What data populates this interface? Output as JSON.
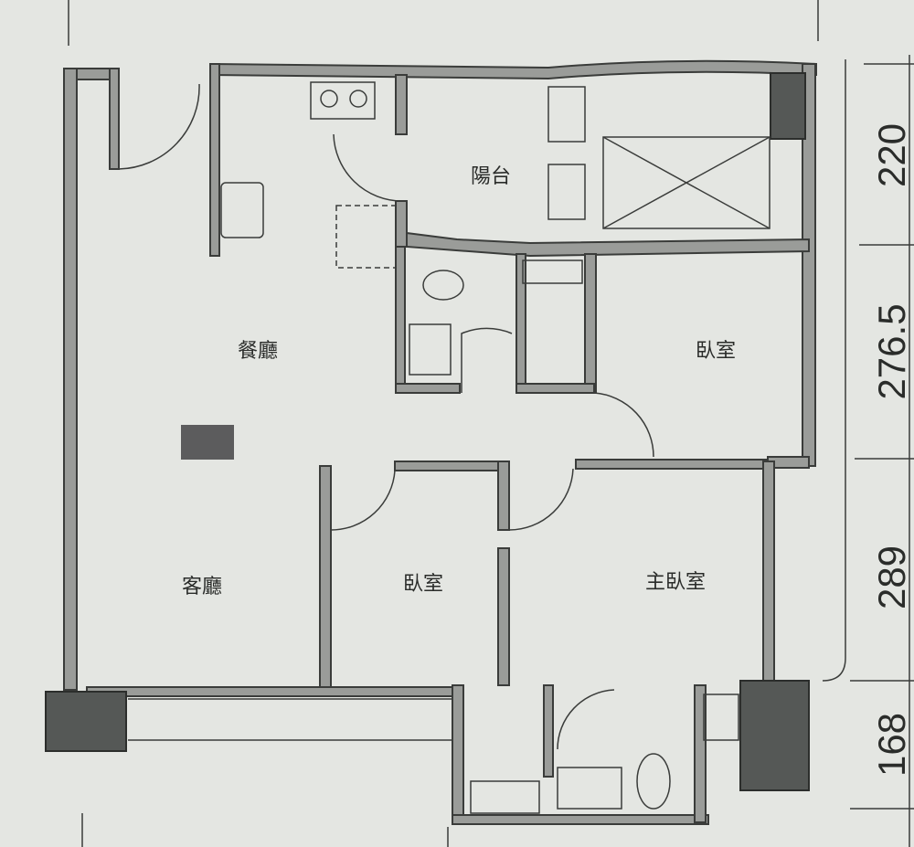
{
  "rooms": {
    "balcony": "陽台",
    "dining": "餐廳",
    "bedroom_top": "臥室",
    "living": "客廳",
    "bedroom_mid": "臥室",
    "master_bedroom": "主臥室"
  },
  "dimensions": [
    "220",
    "276.5",
    "289",
    "168"
  ],
  "colors": {
    "background": "#e4e6e2",
    "wall": "#9a9c99",
    "line": "#3a3c3a"
  }
}
